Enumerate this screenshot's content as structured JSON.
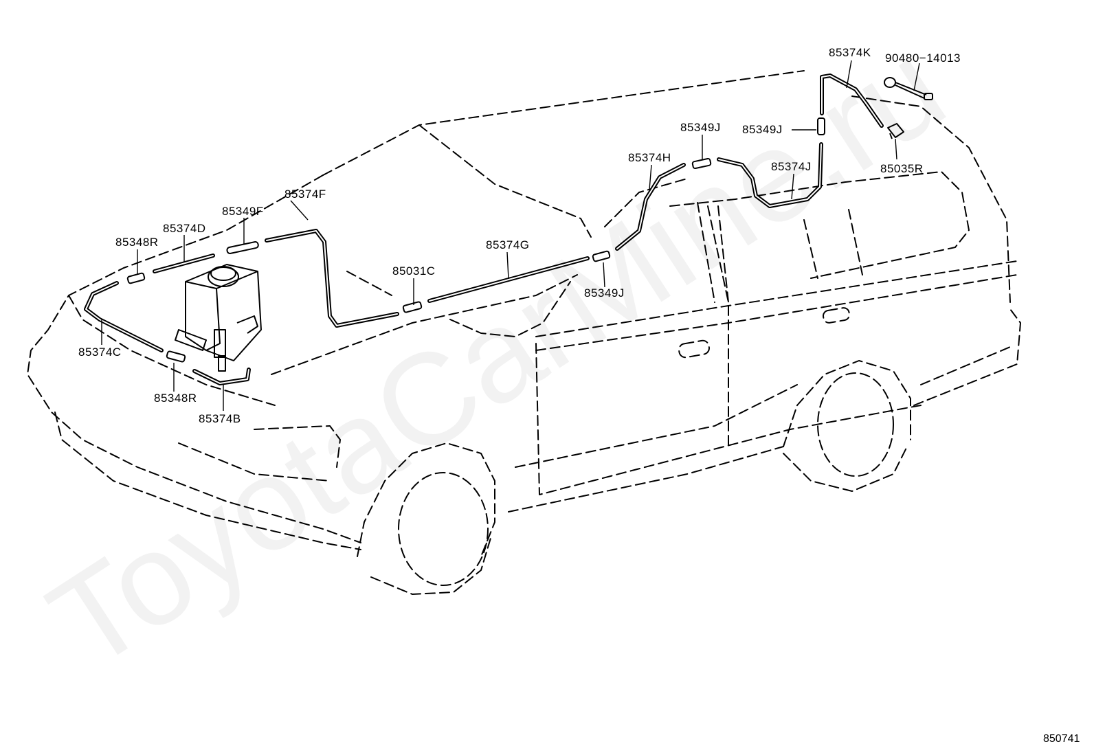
{
  "diagram": {
    "code": "850741",
    "watermark": "ToyotaCarMine.ru",
    "part_labels": {
      "p85374K": "85374K",
      "p90480": "90480−14013",
      "p85349J_top": "85349J",
      "p85349J_mid": "85349J",
      "p85374H": "85374H",
      "p85374J": "85374J",
      "p85035R": "85035R",
      "p85374F": "85374F",
      "p85349F": "85349F",
      "p85374D": "85374D",
      "p85348R_top": "85348R",
      "p85374G": "85374G",
      "p85031C": "85031C",
      "p85349J_low": "85349J",
      "p85374C": "85374C",
      "p85348R_low": "85348R",
      "p85374B": "85374B"
    }
  }
}
